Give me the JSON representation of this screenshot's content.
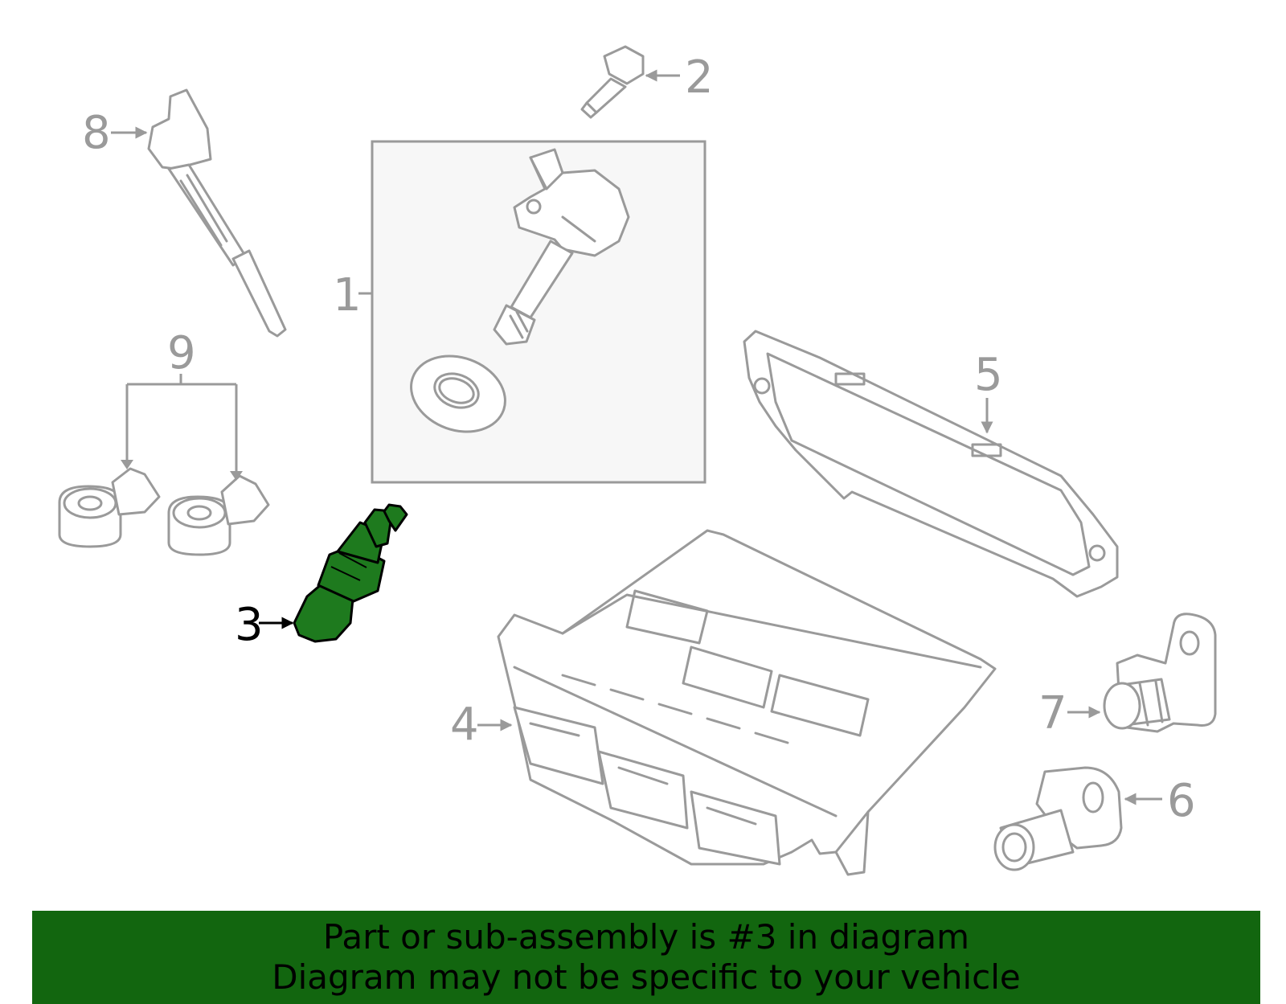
{
  "diagram": {
    "callouts": [
      {
        "id": "1",
        "label": "1"
      },
      {
        "id": "2",
        "label": "2"
      },
      {
        "id": "3",
        "label": "3",
        "highlighted": true
      },
      {
        "id": "4",
        "label": "4"
      },
      {
        "id": "5",
        "label": "5"
      },
      {
        "id": "6",
        "label": "6"
      },
      {
        "id": "7",
        "label": "7"
      },
      {
        "id": "8",
        "label": "8"
      },
      {
        "id": "9",
        "label": "9"
      }
    ],
    "colors": {
      "highlight_part": "#1e7a1e",
      "line_art": "#9a9a9a",
      "inset_background": "#f7f7f7",
      "banner_background": "#12660f"
    }
  },
  "banner": {
    "line1": "Part or sub-assembly is #3 in diagram",
    "line2": "Diagram may not be specific to your vehicle"
  }
}
